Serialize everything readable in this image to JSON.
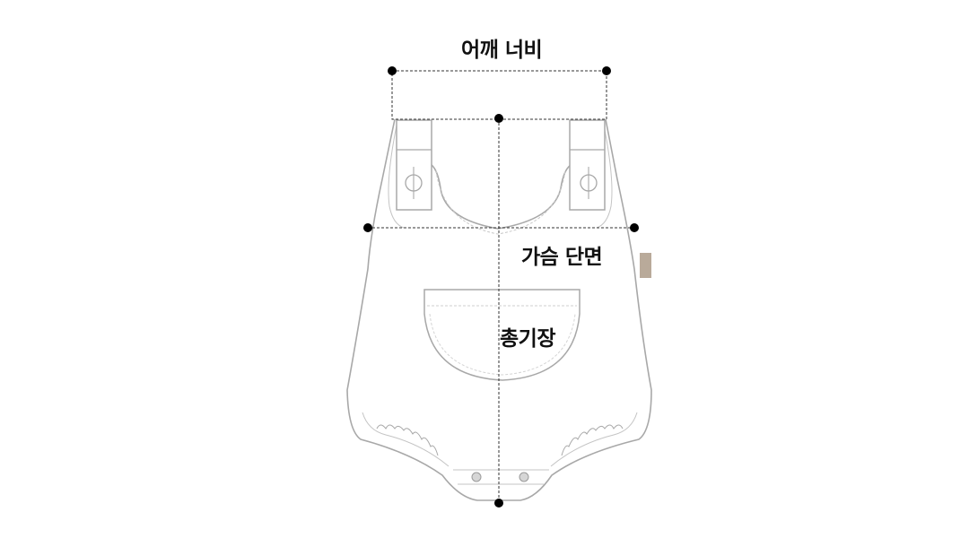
{
  "labels": {
    "shoulder_width": "어깨 너비",
    "chest_width": "가슴 단면",
    "total_length": "총기장"
  },
  "colors": {
    "garment_outline": "#a8a8a8",
    "measure_line": "#333333",
    "point": "#000000",
    "label_tab": "#b9aa9a",
    "snap": "#9a9a9a"
  },
  "icons": [
    "measure-point-icon",
    "snap-button-icon",
    "strap-button-icon"
  ]
}
